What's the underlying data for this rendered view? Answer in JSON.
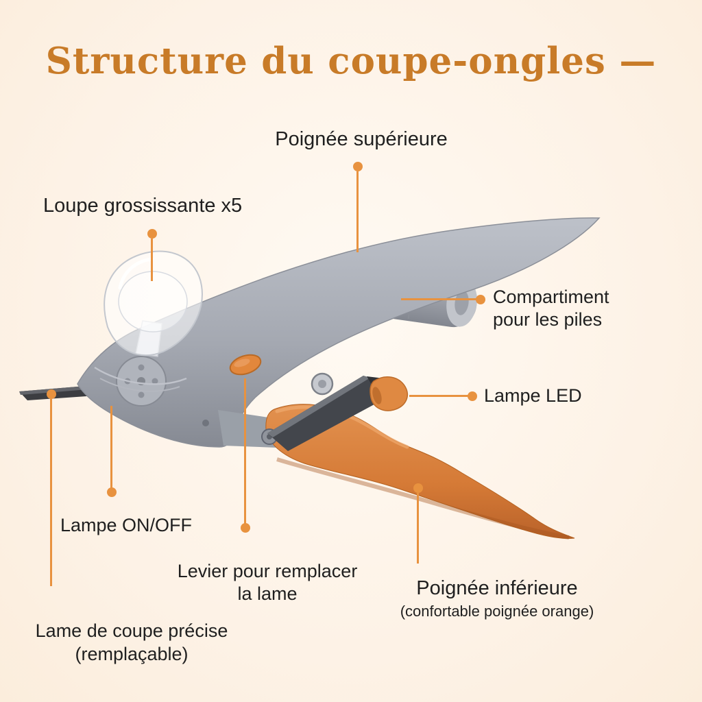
{
  "title": "Structure du coupe-ongles —",
  "colors": {
    "bg": "#fdf2e6",
    "accent": "#e8923f",
    "title": "#c87b28",
    "label": "#1f1f1f",
    "handle-orange": "#d57a36",
    "body-gray": "#a4a8b1"
  },
  "labels": {
    "top_handle": {
      "text": "Poignée supérieure"
    },
    "magnifier": {
      "text": "Loupe grossissante x5"
    },
    "battery": {
      "line1": "Compartiment",
      "line2": "pour les piles"
    },
    "led": {
      "text": "Lampe LED"
    },
    "power": {
      "text": "Lampe ON/OFF"
    },
    "lever": {
      "line1": "Levier pour remplacer",
      "line2": "la lame"
    },
    "lower_handle": {
      "line1": "Poignée inférieure",
      "line2": "(confortable poignée orange)"
    },
    "blade": {
      "line1": "Lame de coupe précise",
      "line2": "(remplaçable)"
    }
  }
}
